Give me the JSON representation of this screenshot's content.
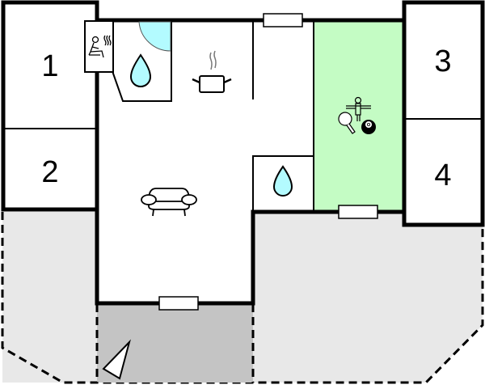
{
  "floorplan": {
    "rooms": [
      {
        "id": "bedroom-1",
        "label": "1"
      },
      {
        "id": "bedroom-2",
        "label": "2"
      },
      {
        "id": "bedroom-3",
        "label": "3"
      },
      {
        "id": "bedroom-4",
        "label": "4"
      }
    ],
    "icons": [
      {
        "name": "sauna-icon",
        "room": "sauna"
      },
      {
        "name": "shower-icon",
        "room": "bathroom-1"
      },
      {
        "name": "water-drop-icon",
        "room": "bathroom-1"
      },
      {
        "name": "cooking-pot-icon",
        "room": "kitchen"
      },
      {
        "name": "sofa-icon",
        "room": "living-room"
      },
      {
        "name": "water-drop-icon",
        "room": "bathroom-2"
      },
      {
        "name": "table-football-icon",
        "room": "activity-room"
      },
      {
        "name": "table-tennis-icon",
        "room": "activity-room"
      },
      {
        "name": "billiard-ball-icon",
        "room": "activity-room"
      },
      {
        "name": "north-arrow-icon",
        "room": "terrace"
      }
    ],
    "colors": {
      "wall": "#000000",
      "room_fill": "#ffffff",
      "activity_room_fill": "#c4fcc4",
      "water_fill": "#b3fbff",
      "outdoor_area_fill": "#e8e8e8",
      "covered_terrace_fill": "#c4c4c4"
    }
  }
}
